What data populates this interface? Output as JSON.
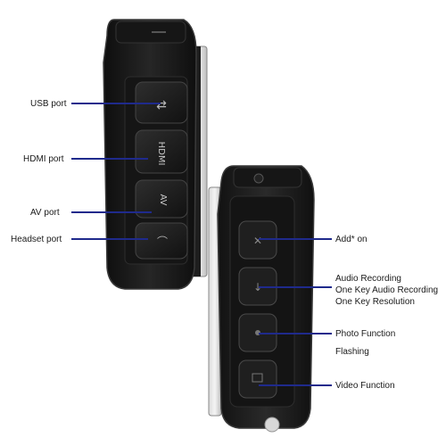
{
  "left_labels": {
    "usb": "USB port",
    "hdmi": "HDMI port",
    "av": "AV port",
    "headset": "Headset port"
  },
  "right_labels": {
    "add_on": "Add* on",
    "audio_1": "Audio Recording",
    "audio_2": "One Key Audio Recording",
    "audio_3": "One Key Resolution",
    "photo": "Photo Function",
    "flashing": "Flashing",
    "video": "Video Function"
  },
  "device_left": {
    "port_labels": {
      "hdmi": "HDMI",
      "av": "AV"
    }
  },
  "colors": {
    "line": "#1f2a8c",
    "device_body": "#1b1b1b",
    "device_edge": "#3a3a3a"
  }
}
